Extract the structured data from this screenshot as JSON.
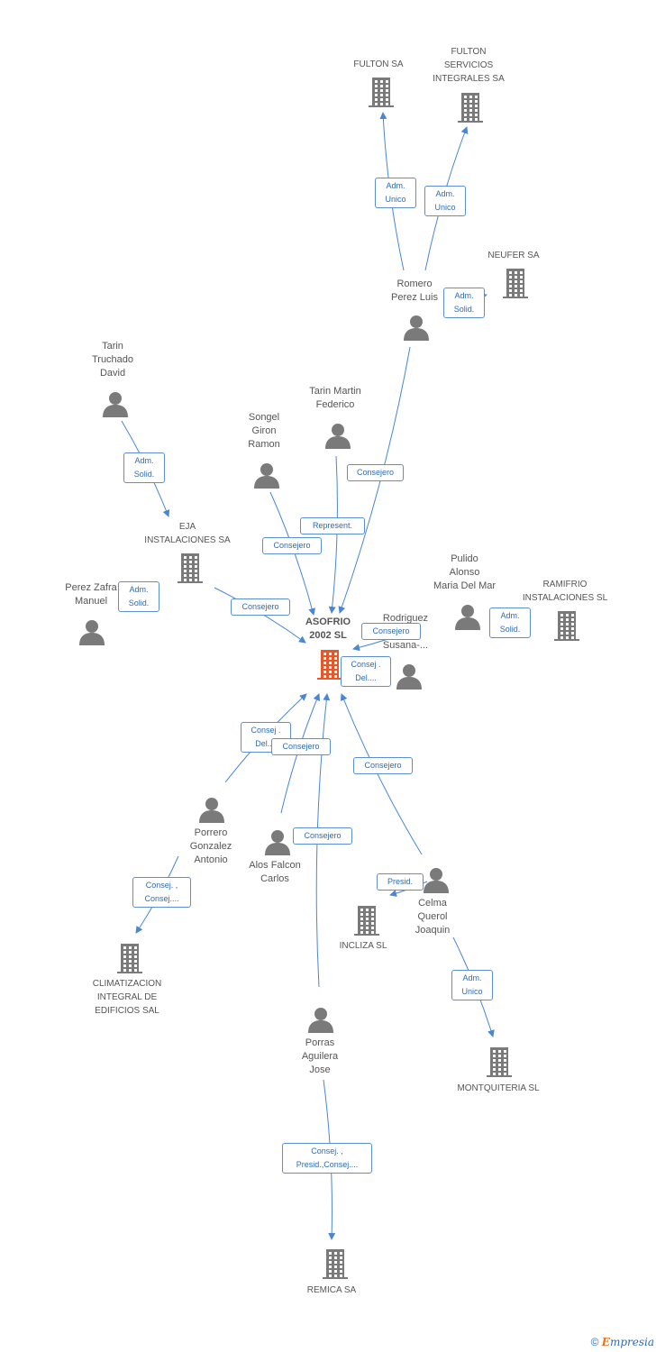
{
  "colors": {
    "edge": "#4a86d4",
    "node": "#7a7a7a",
    "center": "#e8572a",
    "label_text": "#555555",
    "role_text": "#2e6bb5"
  },
  "center": {
    "label": "ASOFRIO\n2002 SL",
    "icon": "building-icon"
  },
  "companies": [
    {
      "id": "fulton",
      "label": "FULTON SA"
    },
    {
      "id": "fulton-servicios",
      "label": "FULTON\nSERVICIOS\nINTEGRALES SA"
    },
    {
      "id": "neufer",
      "label": "NEUFER SA"
    },
    {
      "id": "eja",
      "label": "EJA\nINSTALACIONES SA"
    },
    {
      "id": "ramifrio",
      "label": "RAMIFRIO\nINSTALACIONES SL"
    },
    {
      "id": "climatizacion",
      "label": "CLIMATIZACION\nINTEGRAL DE\nEDIFICIOS SAL"
    },
    {
      "id": "incliza",
      "label": "INCLIZA SL"
    },
    {
      "id": "montquiteria",
      "label": "MONTQUITERIA SL"
    },
    {
      "id": "remica",
      "label": "REMICA SA"
    }
  ],
  "persons": [
    {
      "id": "romero",
      "label": "Romero\nPerez Luis"
    },
    {
      "id": "tarin-truchado",
      "label": "Tarin\nTruchado\nDavid"
    },
    {
      "id": "tarin-martin",
      "label": "Tarin Martin\nFederico"
    },
    {
      "id": "songel",
      "label": "Songel\nGiron\nRamon"
    },
    {
      "id": "perez-zafra",
      "label": "Perez Zafra\nManuel"
    },
    {
      "id": "pulido",
      "label": "Pulido\nAlonso\nMaria Del Mar"
    },
    {
      "id": "rodriguez",
      "label": "Rodriguez\nZ\nSusana-..."
    },
    {
      "id": "porrero",
      "label": "Porrero\nGonzalez\nAntonio"
    },
    {
      "id": "alos",
      "label": "Alos Falcon\nCarlos"
    },
    {
      "id": "celma",
      "label": "Celma\nQuerol\nJoaquin"
    },
    {
      "id": "porras",
      "label": "Porras\nAguilera\nJose"
    }
  ],
  "roles": [
    {
      "id": "r1",
      "label": "Adm.\nUnico"
    },
    {
      "id": "r2",
      "label": "Adm.\nUnico"
    },
    {
      "id": "r3",
      "label": "Adm.\nSolid."
    },
    {
      "id": "r4",
      "label": "Consejero"
    },
    {
      "id": "r5",
      "label": "Adm.\nSolid."
    },
    {
      "id": "r6",
      "label": "Represent."
    },
    {
      "id": "r7",
      "label": "Consejero"
    },
    {
      "id": "r8",
      "label": "Adm.\nSolid."
    },
    {
      "id": "r9",
      "label": "Consejero"
    },
    {
      "id": "r10",
      "label": "Adm.\nSolid."
    },
    {
      "id": "r11",
      "label": "Consejero"
    },
    {
      "id": "r12",
      "label": "Consej .\nDel...."
    },
    {
      "id": "r13",
      "label": "Consej .\nDel...."
    },
    {
      "id": "r14",
      "label": "Consejero"
    },
    {
      "id": "r15",
      "label": "Consejero"
    },
    {
      "id": "r16",
      "label": "Consejero"
    },
    {
      "id": "r17",
      "label": "Consej. ,\nConsej...."
    },
    {
      "id": "r18",
      "label": "Presid."
    },
    {
      "id": "r19",
      "label": "Adm.\nUnico"
    },
    {
      "id": "r20",
      "label": "Consej. ,\nPresid.,Consej...."
    }
  ],
  "footer": {
    "copyright": "©",
    "brand_initial": "E",
    "brand_rest": "mpresia"
  }
}
